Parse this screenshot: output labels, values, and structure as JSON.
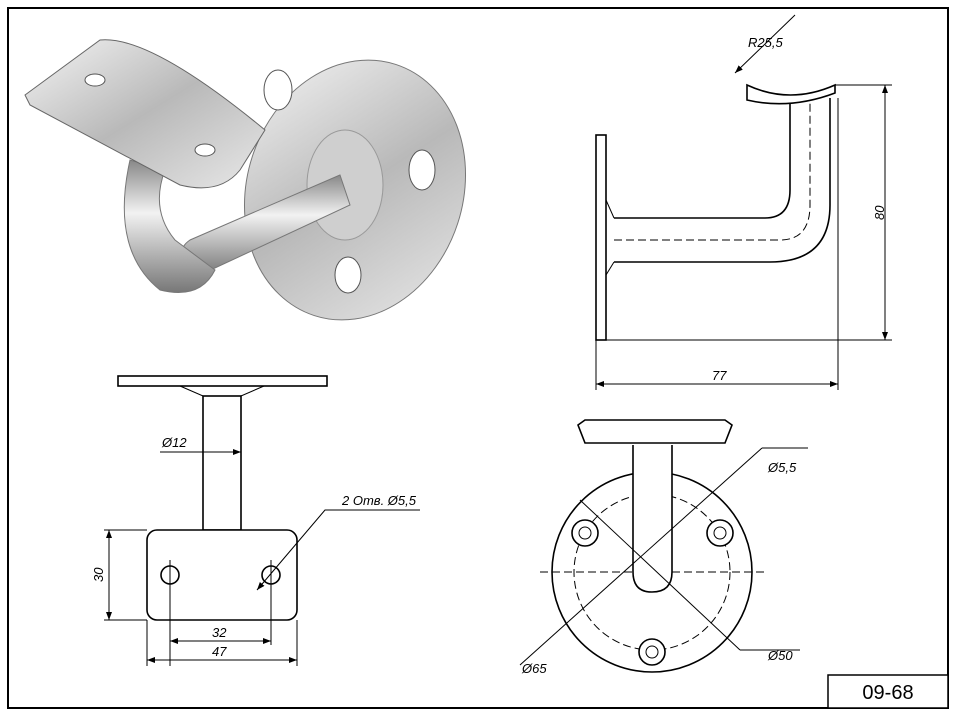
{
  "drawing": {
    "code": "09-68",
    "dimensions": {
      "radius": "R25,5",
      "height": "80",
      "length": "77",
      "tube_diameter": "Ø12",
      "holes_note": "2 Отв. Ø5,5",
      "saddle_width": "30",
      "hole_spacing": "32",
      "saddle_length": "47",
      "plate_hole": "Ø5,5",
      "plate_diameter": "Ø65",
      "bolt_circle": "Ø50"
    }
  }
}
